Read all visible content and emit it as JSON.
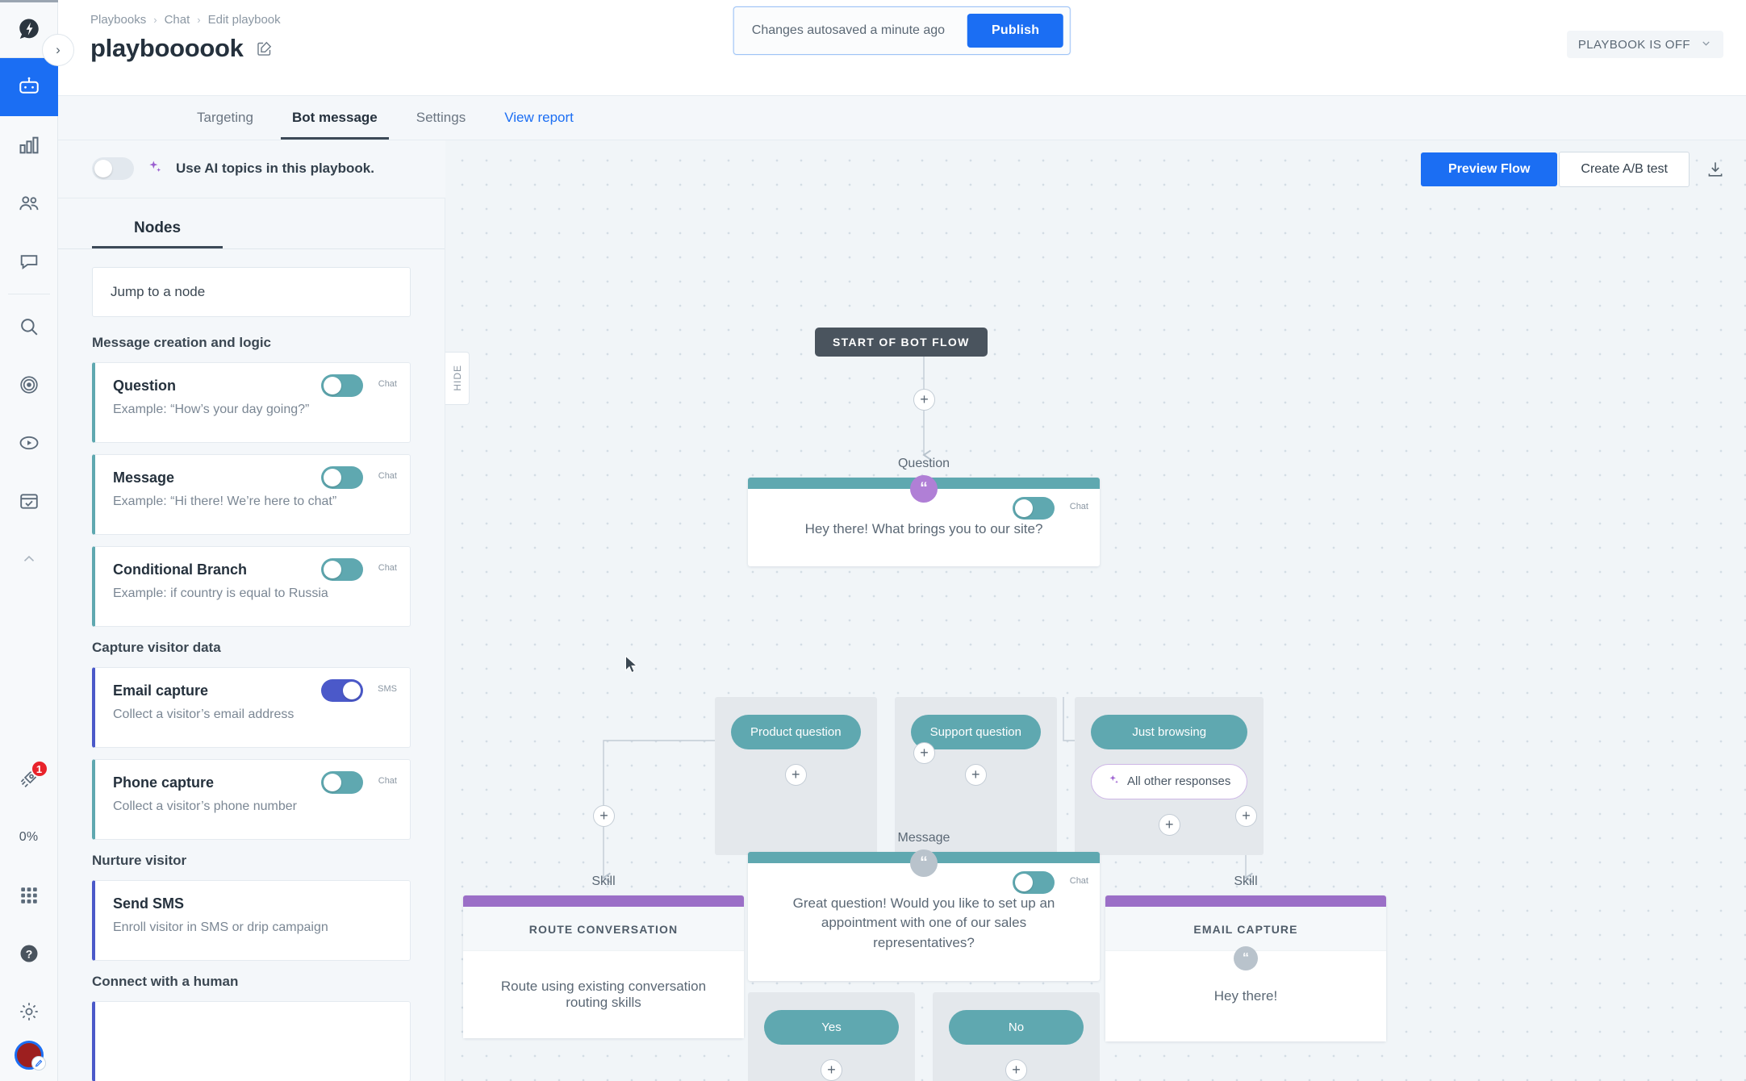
{
  "rail": {
    "logo_icon": "drift-logo-icon",
    "items": [
      {
        "icon": "bot-icon",
        "name": "bot",
        "active": true
      },
      {
        "icon": "bar-chart-icon",
        "name": "reports",
        "active": false
      },
      {
        "icon": "people-icon",
        "name": "contacts",
        "active": false
      },
      {
        "icon": "chat-bubble-icon",
        "name": "conversations",
        "active": false
      },
      {
        "icon": "search-icon",
        "name": "search",
        "active": false
      },
      {
        "icon": "target-icon",
        "name": "target-accounts",
        "active": false
      },
      {
        "icon": "video-icon",
        "name": "video",
        "active": false
      },
      {
        "icon": "calendar-check-icon",
        "name": "meetings",
        "active": false
      }
    ],
    "collapse_icon": "chevron-up-icon",
    "rocket_icon": "rocket-icon",
    "rocket_badge": "1",
    "progress_label": "0%",
    "apps_icon": "grid-apps-icon",
    "help_icon": "question-mark-icon",
    "settings_icon": "gear-icon",
    "avatar_name": "user-avatar"
  },
  "header": {
    "collapse_toggle_icon": "chevron-right-icon",
    "breadcrumb": [
      "Playbooks",
      "Chat",
      "Edit playbook"
    ],
    "breadcrumb_separator": "›",
    "title": "playboooook",
    "title_edit_icon": "edit-pencil-icon",
    "autosave_text": "Changes autosaved a minute ago",
    "publish_label": "Publish",
    "status_label": "PLAYBOOK IS OFF",
    "status_caret_icon": "chevron-down-icon"
  },
  "tabs": [
    {
      "label": "Targeting",
      "active": false,
      "link": false
    },
    {
      "label": "Bot message",
      "active": true,
      "link": false
    },
    {
      "label": "Settings",
      "active": false,
      "link": false
    },
    {
      "label": "View report",
      "active": false,
      "link": true
    }
  ],
  "ai_bar": {
    "toggle_state": "off",
    "sparkle_icon": "ai-sparkle-icon",
    "text": "Use AI topics in this playbook."
  },
  "flow_actions": {
    "preview_label": "Preview Flow",
    "ab_test_label": "Create A/B test",
    "download_icon": "download-icon"
  },
  "panel": {
    "tab_label": "Nodes",
    "jump_placeholder": "Jump to a node",
    "hide_label": "HIDE",
    "groups": [
      {
        "title": "Message creation and logic",
        "cards": [
          {
            "title": "Question",
            "desc": "Example: “How’s your day going?”",
            "channel": "Chat",
            "accent": "teal",
            "toggle": "off"
          },
          {
            "title": "Message",
            "desc": "Example: “Hi there! We’re here to chat”",
            "channel": "Chat",
            "accent": "teal",
            "toggle": "off"
          },
          {
            "title": "Conditional Branch",
            "desc": "Example: if country is equal to Russia",
            "channel": "Chat",
            "accent": "teal",
            "toggle": "off"
          }
        ]
      },
      {
        "title": "Capture visitor data",
        "cards": [
          {
            "title": "Email capture",
            "desc": "Collect a visitor’s email address",
            "channel": "SMS",
            "accent": "indigo",
            "toggle": "on"
          },
          {
            "title": "Phone capture",
            "desc": "Collect a visitor’s phone number",
            "channel": "Chat",
            "accent": "teal",
            "toggle": "off"
          }
        ]
      },
      {
        "title": "Nurture visitor",
        "cards": [
          {
            "title": "Send SMS",
            "desc": "Enroll visitor in SMS or drip campaign",
            "channel": "",
            "accent": "indigo",
            "toggle": "none"
          }
        ]
      },
      {
        "title": "Connect with a human",
        "cards": [
          {
            "title": "",
            "desc": "",
            "channel": "",
            "accent": "indigo",
            "toggle": "none"
          }
        ]
      }
    ]
  },
  "canvas": {
    "start_chip": "START OF BOT FLOW",
    "question_node": {
      "label": "Question",
      "quote_icon": "quote-mark-icon",
      "channel": "Chat",
      "toggle": "off",
      "text": "Hey there! What brings you to our site?",
      "answers": [
        {
          "chip": "Product question",
          "extra": null
        },
        {
          "chip": "Support question",
          "extra": null
        },
        {
          "chip": "Just browsing",
          "extra": "All other responses",
          "extra_icon": "ai-sparkle-icon"
        }
      ]
    },
    "message_node": {
      "label": "Message",
      "quote_icon": "quote-mark-icon",
      "channel": "Chat",
      "toggle": "off",
      "text": "Great question! Would you like to set up an appointment with one of our sales representatives?",
      "answers": [
        {
          "chip": "Yes"
        },
        {
          "chip": "No"
        }
      ]
    },
    "skill_left": {
      "label": "Skill",
      "head": "ROUTE CONVERSATION",
      "body": "Route using existing conversation routing skills"
    },
    "skill_right": {
      "label": "Skill",
      "head": "EMAIL CAPTURE",
      "quote_icon": "quote-mark-icon",
      "body": "Hey there!"
    },
    "add_icon": "plus-icon"
  },
  "colors": {
    "accent_blue": "#1b6ef3",
    "teal": "#5fa8b0",
    "purple": "#9b6fc7",
    "indigo": "#4b59c9",
    "badge_red": "#e8232b"
  }
}
